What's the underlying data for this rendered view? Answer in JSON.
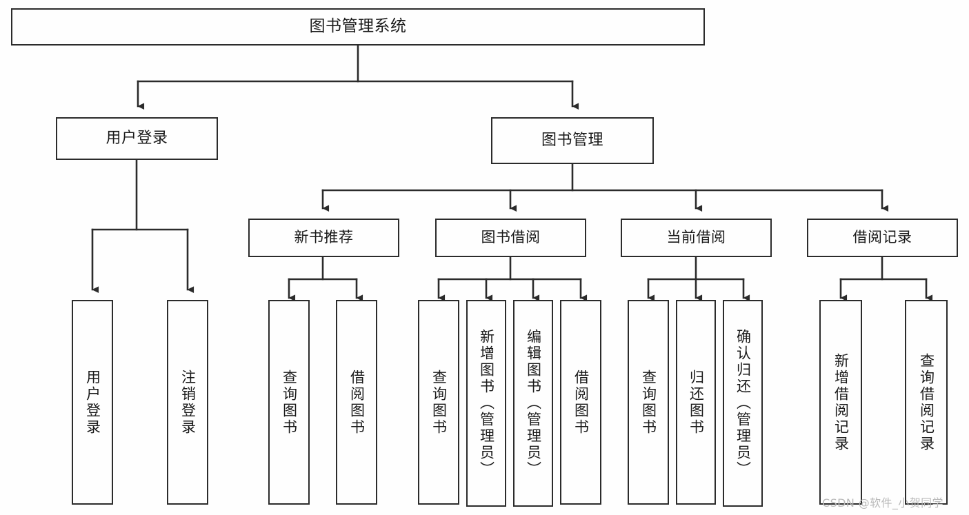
{
  "diagram": {
    "title": "图书管理系统",
    "type": "tree-hierarchy-chart",
    "colors": {
      "border": "#2b2b2b",
      "background": "#fefefe",
      "text": "#1a1a1a",
      "connector": "#2b2b2b",
      "watermark": "#b9b9b9"
    },
    "root": {
      "label": "图书管理系统"
    },
    "level1": [
      {
        "label": "用户登录"
      },
      {
        "label": "图书管理"
      }
    ],
    "level2": [
      {
        "label": "新书推荐"
      },
      {
        "label": "图书借阅"
      },
      {
        "label": "当前借阅"
      },
      {
        "label": "借阅记录"
      }
    ],
    "leaves": {
      "user_login": [
        {
          "label": "用户登录"
        },
        {
          "label": "注销登录"
        }
      ],
      "new_book_recommend": [
        {
          "label": "查询图书"
        },
        {
          "label": "借阅图书"
        }
      ],
      "book_borrow": [
        {
          "label": "查询图书"
        },
        {
          "label": "新增图书（管理员）"
        },
        {
          "label": "编辑图书（管理员）"
        },
        {
          "label": "借阅图书"
        }
      ],
      "current_borrow": [
        {
          "label": "查询图书"
        },
        {
          "label": "归还图书"
        },
        {
          "label": "确认归还（管理员）"
        }
      ],
      "borrow_record": [
        {
          "label": "新增借阅记录"
        },
        {
          "label": "查询借阅记录"
        }
      ]
    },
    "watermark": "CSDN @软件_小贺同学"
  }
}
